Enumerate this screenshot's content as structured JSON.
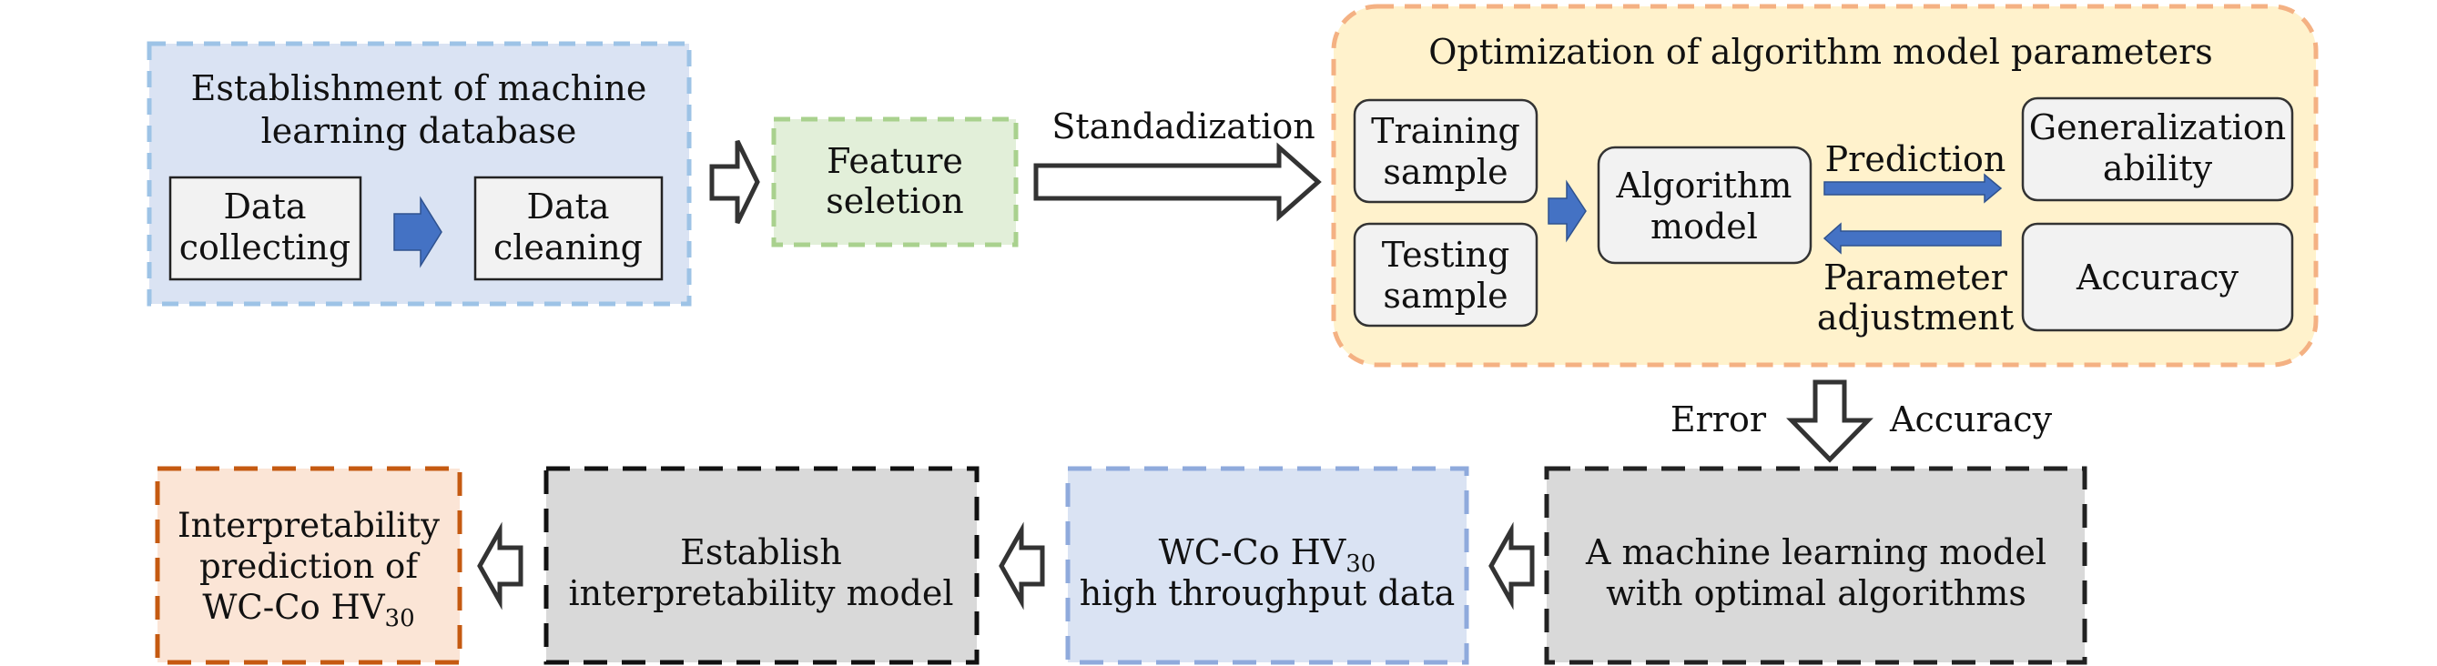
{
  "colors": {
    "blue_fill": "#dae3f3",
    "blue_border": "#9dc3e6",
    "green_fill": "#e2efd9",
    "green_border": "#a9d18e",
    "orange_fill": "#fff2cc",
    "orange_border": "#f4b183",
    "gray_box": "#f2f2f2",
    "dark_gray_fill": "#d9d9d9",
    "result_fill": "#fbe5d6",
    "result_border": "#c55a11",
    "hv_border": "#8faadc",
    "solid_arrow": "#4472c4"
  },
  "database": {
    "title": [
      "Establishment of machine",
      "learning database"
    ],
    "collecting": [
      "Data",
      "collecting"
    ],
    "cleaning": [
      "Data",
      "cleaning"
    ]
  },
  "feature": [
    "Feature",
    "seletion"
  ],
  "standardization_label": "Standadization",
  "optimization": {
    "title": "Optimization of algorithm model parameters",
    "training": [
      "Training",
      "sample"
    ],
    "testing": [
      "Testing",
      "sample"
    ],
    "algorithm": [
      "Algorithm",
      "model"
    ],
    "prediction_label": "Prediction",
    "adjustment_label": [
      "Parameter",
      "adjustment"
    ],
    "generalization": [
      "Generalization",
      "ability"
    ],
    "accuracy": "Accuracy"
  },
  "feedback": {
    "left_label": "Error",
    "right_label": "Accuracy"
  },
  "bottom": {
    "optimal_model": [
      "A machine learning model",
      "with optimal algorithms"
    ],
    "hv_data": {
      "line1": "WC-Co HV",
      "sub": "30",
      "line2": "high throughput data"
    },
    "interpret_model": [
      "Establish",
      "interpretability model"
    ],
    "result": {
      "line1": "Interpretability",
      "line2": "prediction of",
      "line3": "WC-Co HV",
      "sub": "30"
    }
  }
}
